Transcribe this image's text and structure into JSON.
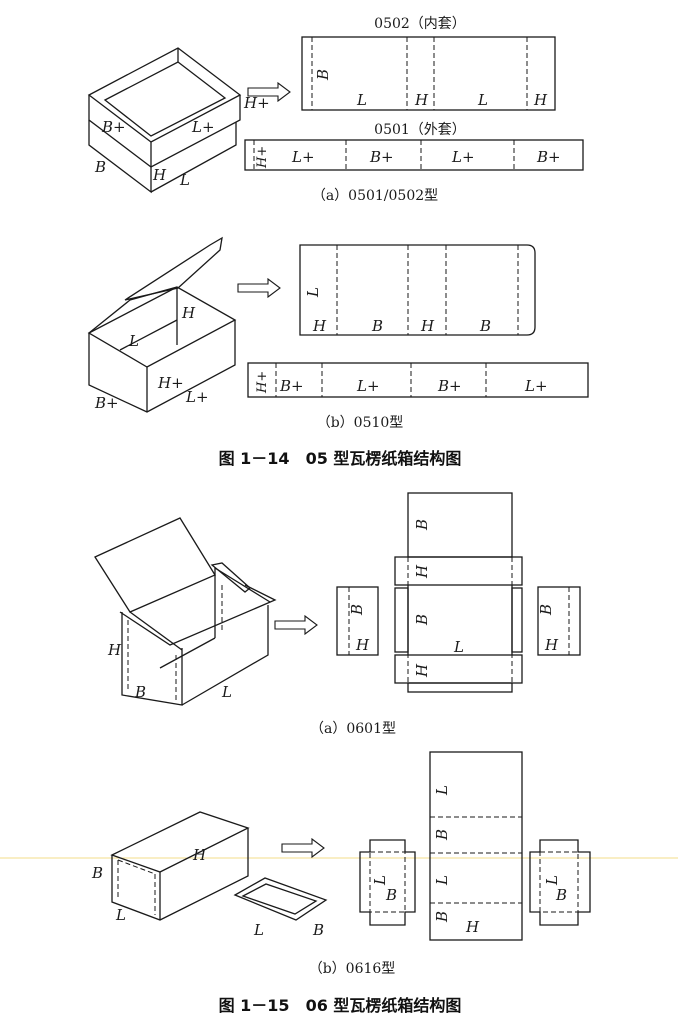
{
  "figure_1_14": {
    "title": "图 1－14　05 型瓦楞纸箱结构图",
    "part_a": {
      "caption": "（a）0501/0502型",
      "box_labels": {
        "h_plus": "H+",
        "b_plus": "B+",
        "l_plus": "L+",
        "b": "B",
        "h": "H",
        "l": "L"
      },
      "inner_title": "0502（内套）",
      "inner_panels": [
        "L",
        "H",
        "L",
        "H"
      ],
      "inner_side": "B",
      "outer_title": "0501（外套）",
      "outer_first": "H+",
      "outer_panels": [
        "L+",
        "B+",
        "L+",
        "B+"
      ]
    },
    "part_b": {
      "caption": "（b）0510型",
      "box_labels": {
        "h": "H",
        "l": "L",
        "h_plus": "H+",
        "b_plus": "B+",
        "l_plus": "L+"
      },
      "top_side": "L",
      "top_panels": [
        "H",
        "B",
        "H",
        "B"
      ],
      "strip_first": "H+",
      "strip_panels": [
        "B+",
        "L+",
        "B+",
        "L+"
      ]
    }
  },
  "figure_1_15": {
    "title": "图 1－15　06 型瓦楞纸箱结构图",
    "part_a": {
      "caption": "（a）0601型",
      "box_labels": {
        "h": "H",
        "b": "B",
        "l": "L"
      },
      "center_labels": {
        "top": "B",
        "flap1": "H",
        "body": "B",
        "length": "L",
        "flap2": "H"
      },
      "left_end": {
        "b": "B",
        "h": "H"
      },
      "right_end": {
        "b": "B",
        "h": "H"
      }
    },
    "part_b": {
      "caption": "（b）0616型",
      "box_labels": {
        "h": "H",
        "b": "B",
        "l": "L",
        "tray_l": "L",
        "tray_b": "B"
      },
      "center_labels": [
        "L",
        "B",
        "L",
        "B",
        "H"
      ],
      "left_end": {
        "l": "L",
        "b": "B"
      },
      "right_end": {
        "l": "L",
        "b": "B"
      }
    }
  }
}
